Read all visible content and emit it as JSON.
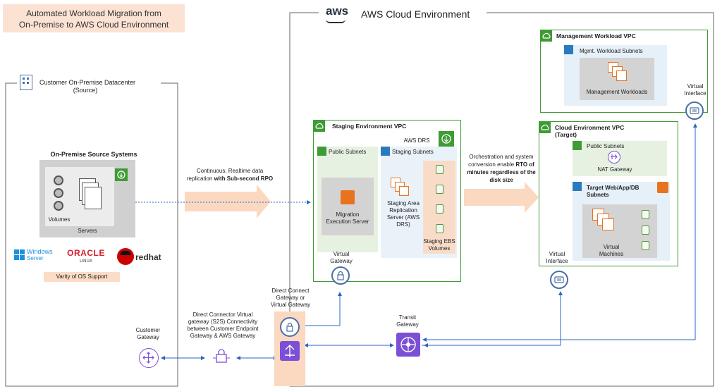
{
  "title": {
    "line1": "Automated Workload Migration from",
    "line2": "On-Premise to AWS Cloud Environment"
  },
  "aws": {
    "logo": "aws",
    "label": "AWS Cloud Environment"
  },
  "datacenter": {
    "line1": "Customer On-Premise Datacenter",
    "line2": "(Source)"
  },
  "onprem": {
    "title": "On-Premise Source Systems",
    "volumes": "Volumes",
    "servers": "Servers",
    "os_support": "Varity of OS Support",
    "logos": {
      "windows_line1": "Windows",
      "windows_line2": "Server",
      "oracle_line1": "ORACLE",
      "oracle_line2": "LINUX",
      "redhat": "redhat"
    }
  },
  "replication": {
    "line1": "Continuous, Realtime data",
    "line2a": "replication ",
    "line2b": "with Sub-second RPO"
  },
  "staging": {
    "vpc": "Staging Environment VPC",
    "public_subnets": "Public Subnets",
    "aws_drs": "AWS DRS",
    "staging_subnets": "Staging Subnets",
    "migration_server": {
      "line1": "Migration",
      "line2": "Execution Server"
    },
    "replication_server": {
      "line1": "Staging Area",
      "line2": "Replication",
      "line3": "Server (AWS",
      "line4": "DRS)"
    },
    "ebs": {
      "line1": "Staging EBS",
      "line2": "Volumes"
    },
    "virtual_gateway": {
      "line1": "Virtual",
      "line2": "Gateway"
    }
  },
  "orchestration": {
    "line1": "Orchestration and system",
    "line2a": "conversion enable ",
    "line2b": "RTO of",
    "line3": "minutes regardless of the",
    "line4": "disk size"
  },
  "mgmt": {
    "vpc": "Management Workload VPC",
    "subnets": "Mgmt. Workload Subnets",
    "workloads": "Management Workloads"
  },
  "cloud": {
    "vpc_line1": "Cloud Environment VPC",
    "vpc_line2": "(Target)",
    "public_subnets": "Public Subnets",
    "nat": "NAT Gateway",
    "target_subnets_line1": "Target Web/App/DB",
    "target_subnets_line2": "Subnets",
    "vms_line1": "Virtual",
    "vms_line2": "Machines"
  },
  "virtual_interface": {
    "line1": "Virtual",
    "line2": "Interface"
  },
  "direct_connect": {
    "line1": "Direct Connect",
    "line2": "Gateway or",
    "line3": "Virtual Gateway"
  },
  "transit": {
    "line1": "Transit",
    "line2": "Gateway"
  },
  "customer_gateway": {
    "line1": "Customer",
    "line2": "Gateway"
  },
  "s2s": {
    "line1": "Direct Connector Virtual",
    "line2": "gateway (S2S) Connectivity",
    "line3": "between Customer Endpoint",
    "line4": "Gateway & AWS Gateway"
  },
  "colors": {
    "vpc_green": "#3f9b34",
    "aws_orange": "#e7731e",
    "arrow_orange": "#fbd8c0",
    "title_bg": "#fce2d3",
    "subnet_blue": "#e6f0f8",
    "subnet_green": "#e7f1e1",
    "connector_blue": "#2a64c5",
    "icon_purple": "#7b4fd6"
  }
}
